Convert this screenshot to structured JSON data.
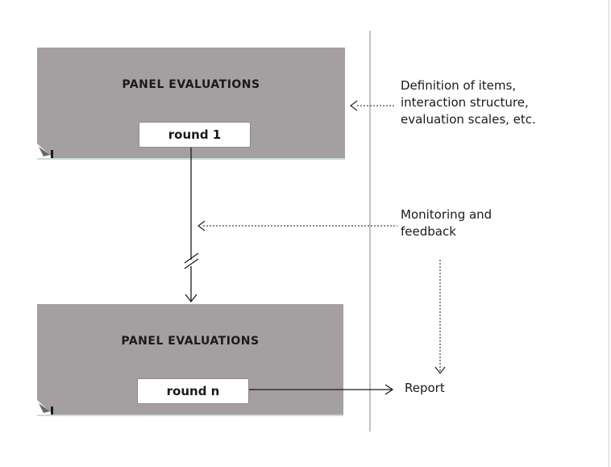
{
  "panels": [
    {
      "title": "PANEL EVALUATIONS",
      "round": "round 1"
    },
    {
      "title": "PANEL EVALUATIONS",
      "round": "round n"
    }
  ],
  "notes": {
    "definition": [
      "Definition of items,",
      "interaction structure,",
      "evaluation scales, etc."
    ],
    "monitoring": [
      "Monitoring and",
      "feedback"
    ],
    "report": "Report"
  },
  "colors": {
    "panel_fill": "#a49fa1",
    "panel_bottom_border": "#c9dbd7",
    "lines": "#1a1a1a",
    "divider": "#9a9a9a"
  }
}
